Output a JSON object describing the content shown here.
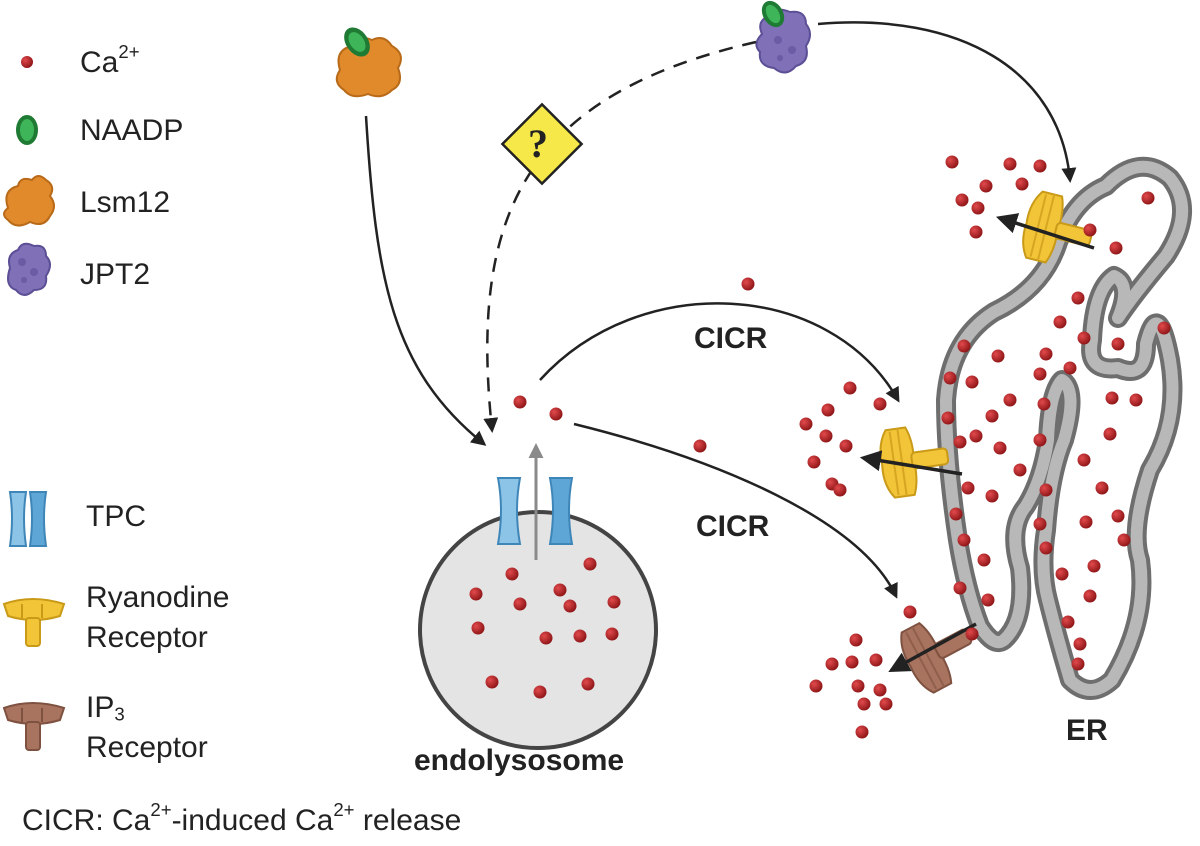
{
  "legend": {
    "calcium": {
      "label": "Ca",
      "sup": "2+"
    },
    "naadp": {
      "label": "NAADP"
    },
    "lsm12": {
      "label": "Lsm12"
    },
    "jpt2": {
      "label": "JPT2"
    },
    "tpc": {
      "label": "TPC"
    },
    "ryr": {
      "line1": "Ryanodine",
      "line2": "Receptor"
    },
    "ip3r": {
      "line1_main": "IP",
      "line1_sub": "3",
      "line2": "Receptor"
    }
  },
  "labels": {
    "question_mark": "?",
    "cicr_upper": "CICR",
    "cicr_lower": "CICR",
    "endolysosome": "endolysosome",
    "er": "ER"
  },
  "footnote": {
    "prefix": "CICR: Ca",
    "sup1": "2+",
    "middle": "-induced Ca",
    "sup2": "2+",
    "suffix": " release"
  },
  "colors": {
    "calcium": "#b22326",
    "naadp": "#2e9e44",
    "lsm12": "#e08a2c",
    "jpt2": "#7f70b8",
    "tpc": "#7fb8e0",
    "ryr": "#f2c437",
    "ip3r": "#a8735f",
    "membrane": "#7a7a7a",
    "endolysosome_fill": "#e4e4e4",
    "warning": "#f7e84a"
  },
  "icons": [
    "calcium-ion-icon",
    "naadp-icon",
    "lsm12-icon",
    "jpt2-icon",
    "tpc-icon",
    "ryanodine-receptor-icon",
    "ip3-receptor-icon"
  ]
}
